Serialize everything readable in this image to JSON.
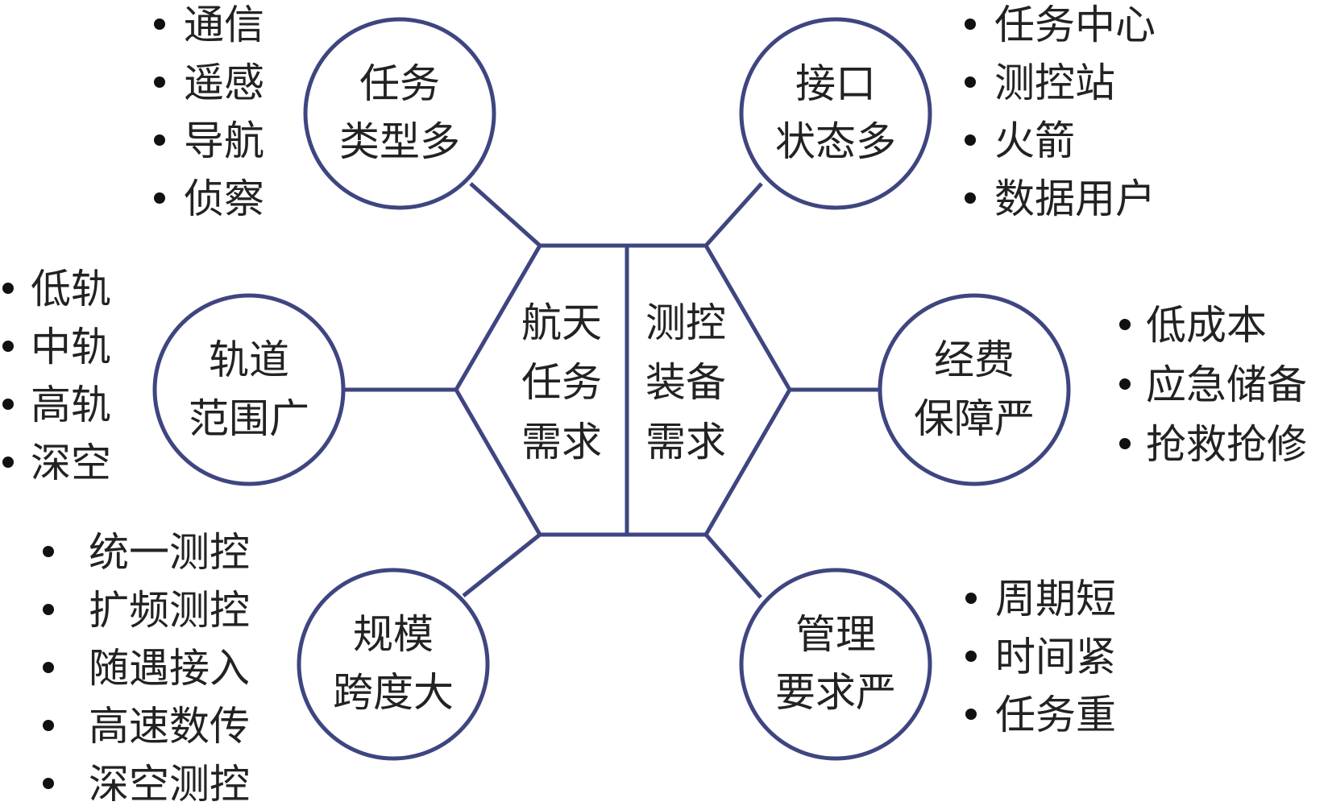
{
  "colors": {
    "stroke": "#3f4580",
    "text": "#222222",
    "background": "#ffffff"
  },
  "center": {
    "left": [
      "航天",
      "任务",
      "需求"
    ],
    "right": [
      "测控",
      "装备",
      "需求"
    ]
  },
  "nodes": [
    {
      "id": "mission-types",
      "lines": [
        "任务",
        "类型多"
      ],
      "bullets": [
        "通信",
        "遥感",
        "导航",
        "侦察"
      ]
    },
    {
      "id": "interface-states",
      "lines": [
        "接口",
        "状态多"
      ],
      "bullets": [
        "任务中心",
        "测控站",
        "火箭",
        "数据用户"
      ]
    },
    {
      "id": "orbit-range",
      "lines": [
        "轨道",
        "范围广"
      ],
      "bullets": [
        "低轨",
        "中轨",
        "高轨",
        "深空"
      ]
    },
    {
      "id": "funding",
      "lines": [
        "经费",
        "保障严"
      ],
      "bullets": [
        "低成本",
        "应急储备",
        "抢救抢修"
      ]
    },
    {
      "id": "scale",
      "lines": [
        "规模",
        "跨度大"
      ],
      "bullets": [
        "统一测控",
        "扩频测控",
        "随遇接入",
        "高速数传",
        "深空测控"
      ]
    },
    {
      "id": "management",
      "lines": [
        "管理",
        "要求严"
      ],
      "bullets": [
        "周期短",
        "时间紧",
        "任务重"
      ]
    }
  ]
}
